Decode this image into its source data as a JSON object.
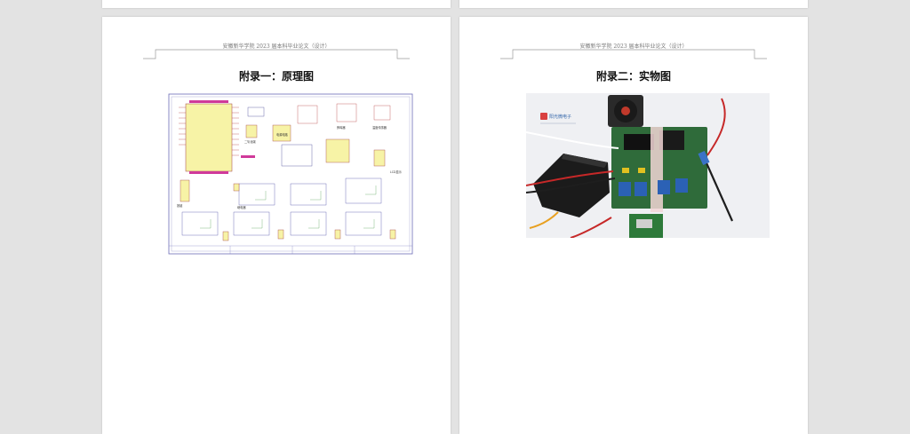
{
  "pages": [
    {
      "header": "安徽新华学院 2023 届本科毕业论文（设计）",
      "title": "附录一：原理图",
      "figure": "circuit-schematic",
      "schematic_labels": [
        "电源电路",
        "二氧化碳",
        "蜂鸣器",
        "温度传感器",
        "按键",
        "继电器",
        "LCD显示"
      ]
    },
    {
      "header": "安徽新华学院 2023 届本科毕业论文（设计）",
      "title": "附录二：实物图",
      "figure": "hardware-photo",
      "photo_watermark": "阳光微电子"
    }
  ]
}
